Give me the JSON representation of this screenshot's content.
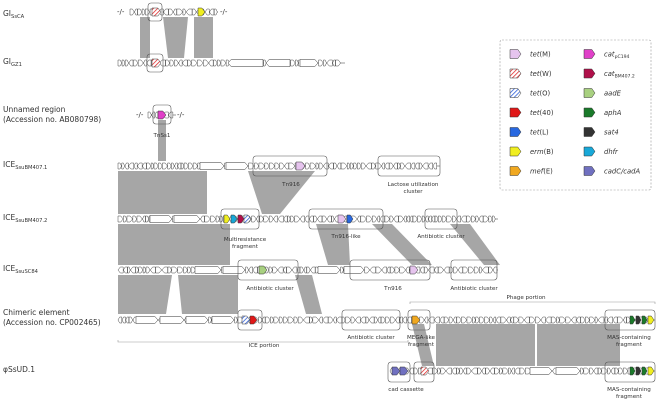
{
  "rows": [
    {
      "label": "GI",
      "sub": "SsCA"
    },
    {
      "label": "GI",
      "sub": "GZ1"
    },
    {
      "label": "Unnamed region",
      "line2": "(Accession no. AB080798)"
    },
    {
      "label": "ICE",
      "sub": "SsuBM407.1"
    },
    {
      "label": "ICE",
      "sub": "SsuBM407.2"
    },
    {
      "label": "ICE",
      "sub": "SsuSC84"
    },
    {
      "label": "Chimeric element",
      "line2": "(Accession no. CP002465)"
    },
    {
      "label": "φSsUD.1"
    }
  ],
  "labels": {
    "tnsst": "TnSs1",
    "tn916_a": "Tn916",
    "lactose_1": "Lactose utilization",
    "lactose_2": "cluster",
    "multires_1": "Multiresistance",
    "multires_2": "fragment",
    "tn916like": "Tn916-like",
    "antibiotic": "Antibiotic cluster",
    "tn916_c": "Tn916",
    "phage_portion": "Phage portion",
    "ice_portion": "ICE portion",
    "megalike_1": "MEGA-like",
    "megalike_2": "fragment",
    "mas_1": "MAS-containing",
    "mas_2": "fragment",
    "cad_cassette": "cad cassette"
  },
  "legend": [
    {
      "gene": "tet(M)",
      "color": "#e6c4ee",
      "pattern": "plain"
    },
    {
      "gene": "cat",
      "sub": "pC194",
      "color": "#e040c8",
      "pattern": "plain"
    },
    {
      "gene": "tet(W)",
      "color": "#e03030",
      "pattern": "hatch"
    },
    {
      "gene": "cat",
      "sub": "BM407.2",
      "color": "#b0104a",
      "pattern": "plain"
    },
    {
      "gene": "tet(O)",
      "color": "#3060d8",
      "pattern": "hatch"
    },
    {
      "gene": "aadE",
      "color": "#a8d080",
      "pattern": "plain"
    },
    {
      "gene": "tet(40)",
      "color": "#e01818",
      "pattern": "plain"
    },
    {
      "gene": "aphA",
      "color": "#1a7a2a",
      "pattern": "plain"
    },
    {
      "gene": "tet(L)",
      "color": "#2868e0",
      "pattern": "plain"
    },
    {
      "gene": "sat4",
      "color": "#333333",
      "pattern": "plain"
    },
    {
      "gene": "erm(B)",
      "color": "#f0ee20",
      "pattern": "plain"
    },
    {
      "gene": "dhfr",
      "color": "#18a8d8",
      "pattern": "plain"
    },
    {
      "gene": "mef(E)",
      "color": "#f0a820",
      "pattern": "plain"
    },
    {
      "gene": "cadC/cadA",
      "color": "#7070c0",
      "pattern": "plain"
    }
  ]
}
